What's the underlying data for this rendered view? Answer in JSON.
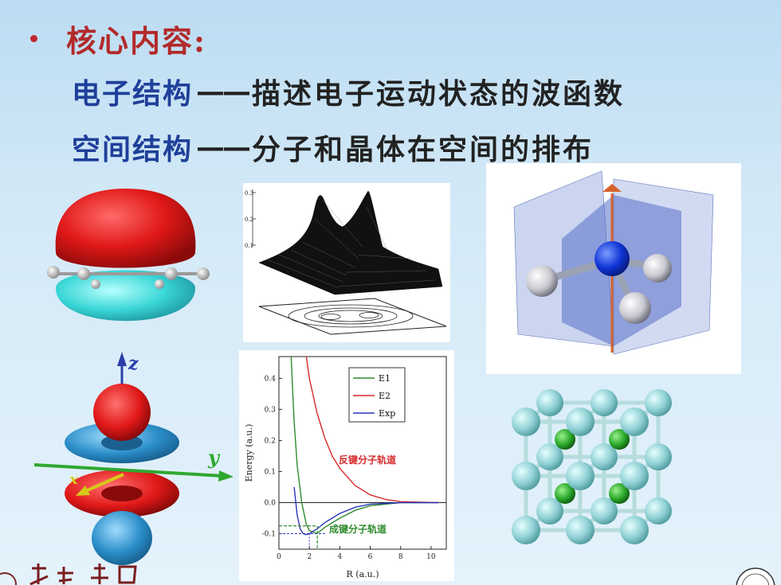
{
  "slide": {
    "heading": "核心内容:",
    "lines": [
      {
        "term": "电子结构",
        "dash": "——",
        "desc": "描述电子运动状态的波函数"
      },
      {
        "term": "空间结构",
        "dash": "——",
        "desc": "分子和晶体在空间的排布"
      }
    ]
  },
  "figures": {
    "orbital_axes": {
      "z": "z",
      "y": "y",
      "x": "x"
    },
    "surface_ticks": [
      "0.3",
      "0.2",
      "0.1"
    ],
    "energy_chart": {
      "ylabel": "Energy (a.u.)",
      "xlabel": "R (a.u.)",
      "legend": [
        "E1",
        "E2",
        "Exp"
      ],
      "annotations": {
        "antibonding": "反键分子轨道",
        "bonding": "成键分子轨道"
      }
    }
  },
  "chart_data": {
    "type": "line",
    "xlabel": "R (a.u.)",
    "ylabel": "Energy (a.u.)",
    "xlim": [
      0,
      11
    ],
    "ylim": [
      -0.15,
      0.47
    ],
    "xticks": [
      "0",
      "2",
      "4",
      "6",
      "8",
      "10"
    ],
    "yticks": [
      "-0.1",
      "0.0",
      "0.1",
      "0.2",
      "0.3",
      "0.4"
    ],
    "legend_position": "top-right",
    "series": [
      {
        "name": "E1",
        "color": "#2e8b2e",
        "x": [
          0.8,
          1.0,
          1.2,
          1.5,
          1.8,
          2.0,
          2.5,
          3.0,
          4.0,
          5.0,
          6.0,
          8.0,
          10.5
        ],
        "y": [
          0.47,
          0.26,
          0.12,
          0.0,
          -0.07,
          -0.09,
          -0.1,
          -0.08,
          -0.05,
          -0.025,
          -0.01,
          0.0,
          0.0
        ]
      },
      {
        "name": "E2",
        "color": "#d62a2a",
        "x": [
          1.8,
          2.0,
          2.5,
          3.0,
          3.5,
          4.0,
          5.0,
          6.0,
          7.0,
          8.0,
          10.5
        ],
        "y": [
          0.47,
          0.4,
          0.29,
          0.21,
          0.15,
          0.11,
          0.055,
          0.025,
          0.01,
          0.003,
          0.0
        ]
      },
      {
        "name": "Exp",
        "color": "#2a35b8",
        "x": [
          1.0,
          1.2,
          1.4,
          1.6,
          1.8,
          2.0,
          2.5,
          3.0,
          4.0,
          5.0,
          6.0,
          8.0,
          10.5
        ],
        "y": [
          0.05,
          -0.04,
          -0.085,
          -0.1,
          -0.103,
          -0.1,
          -0.085,
          -0.065,
          -0.035,
          -0.015,
          -0.005,
          0.0,
          0.0
        ]
      }
    ],
    "markers": {
      "equilibrium_R": 2.0,
      "minimum_E": -0.1
    }
  }
}
